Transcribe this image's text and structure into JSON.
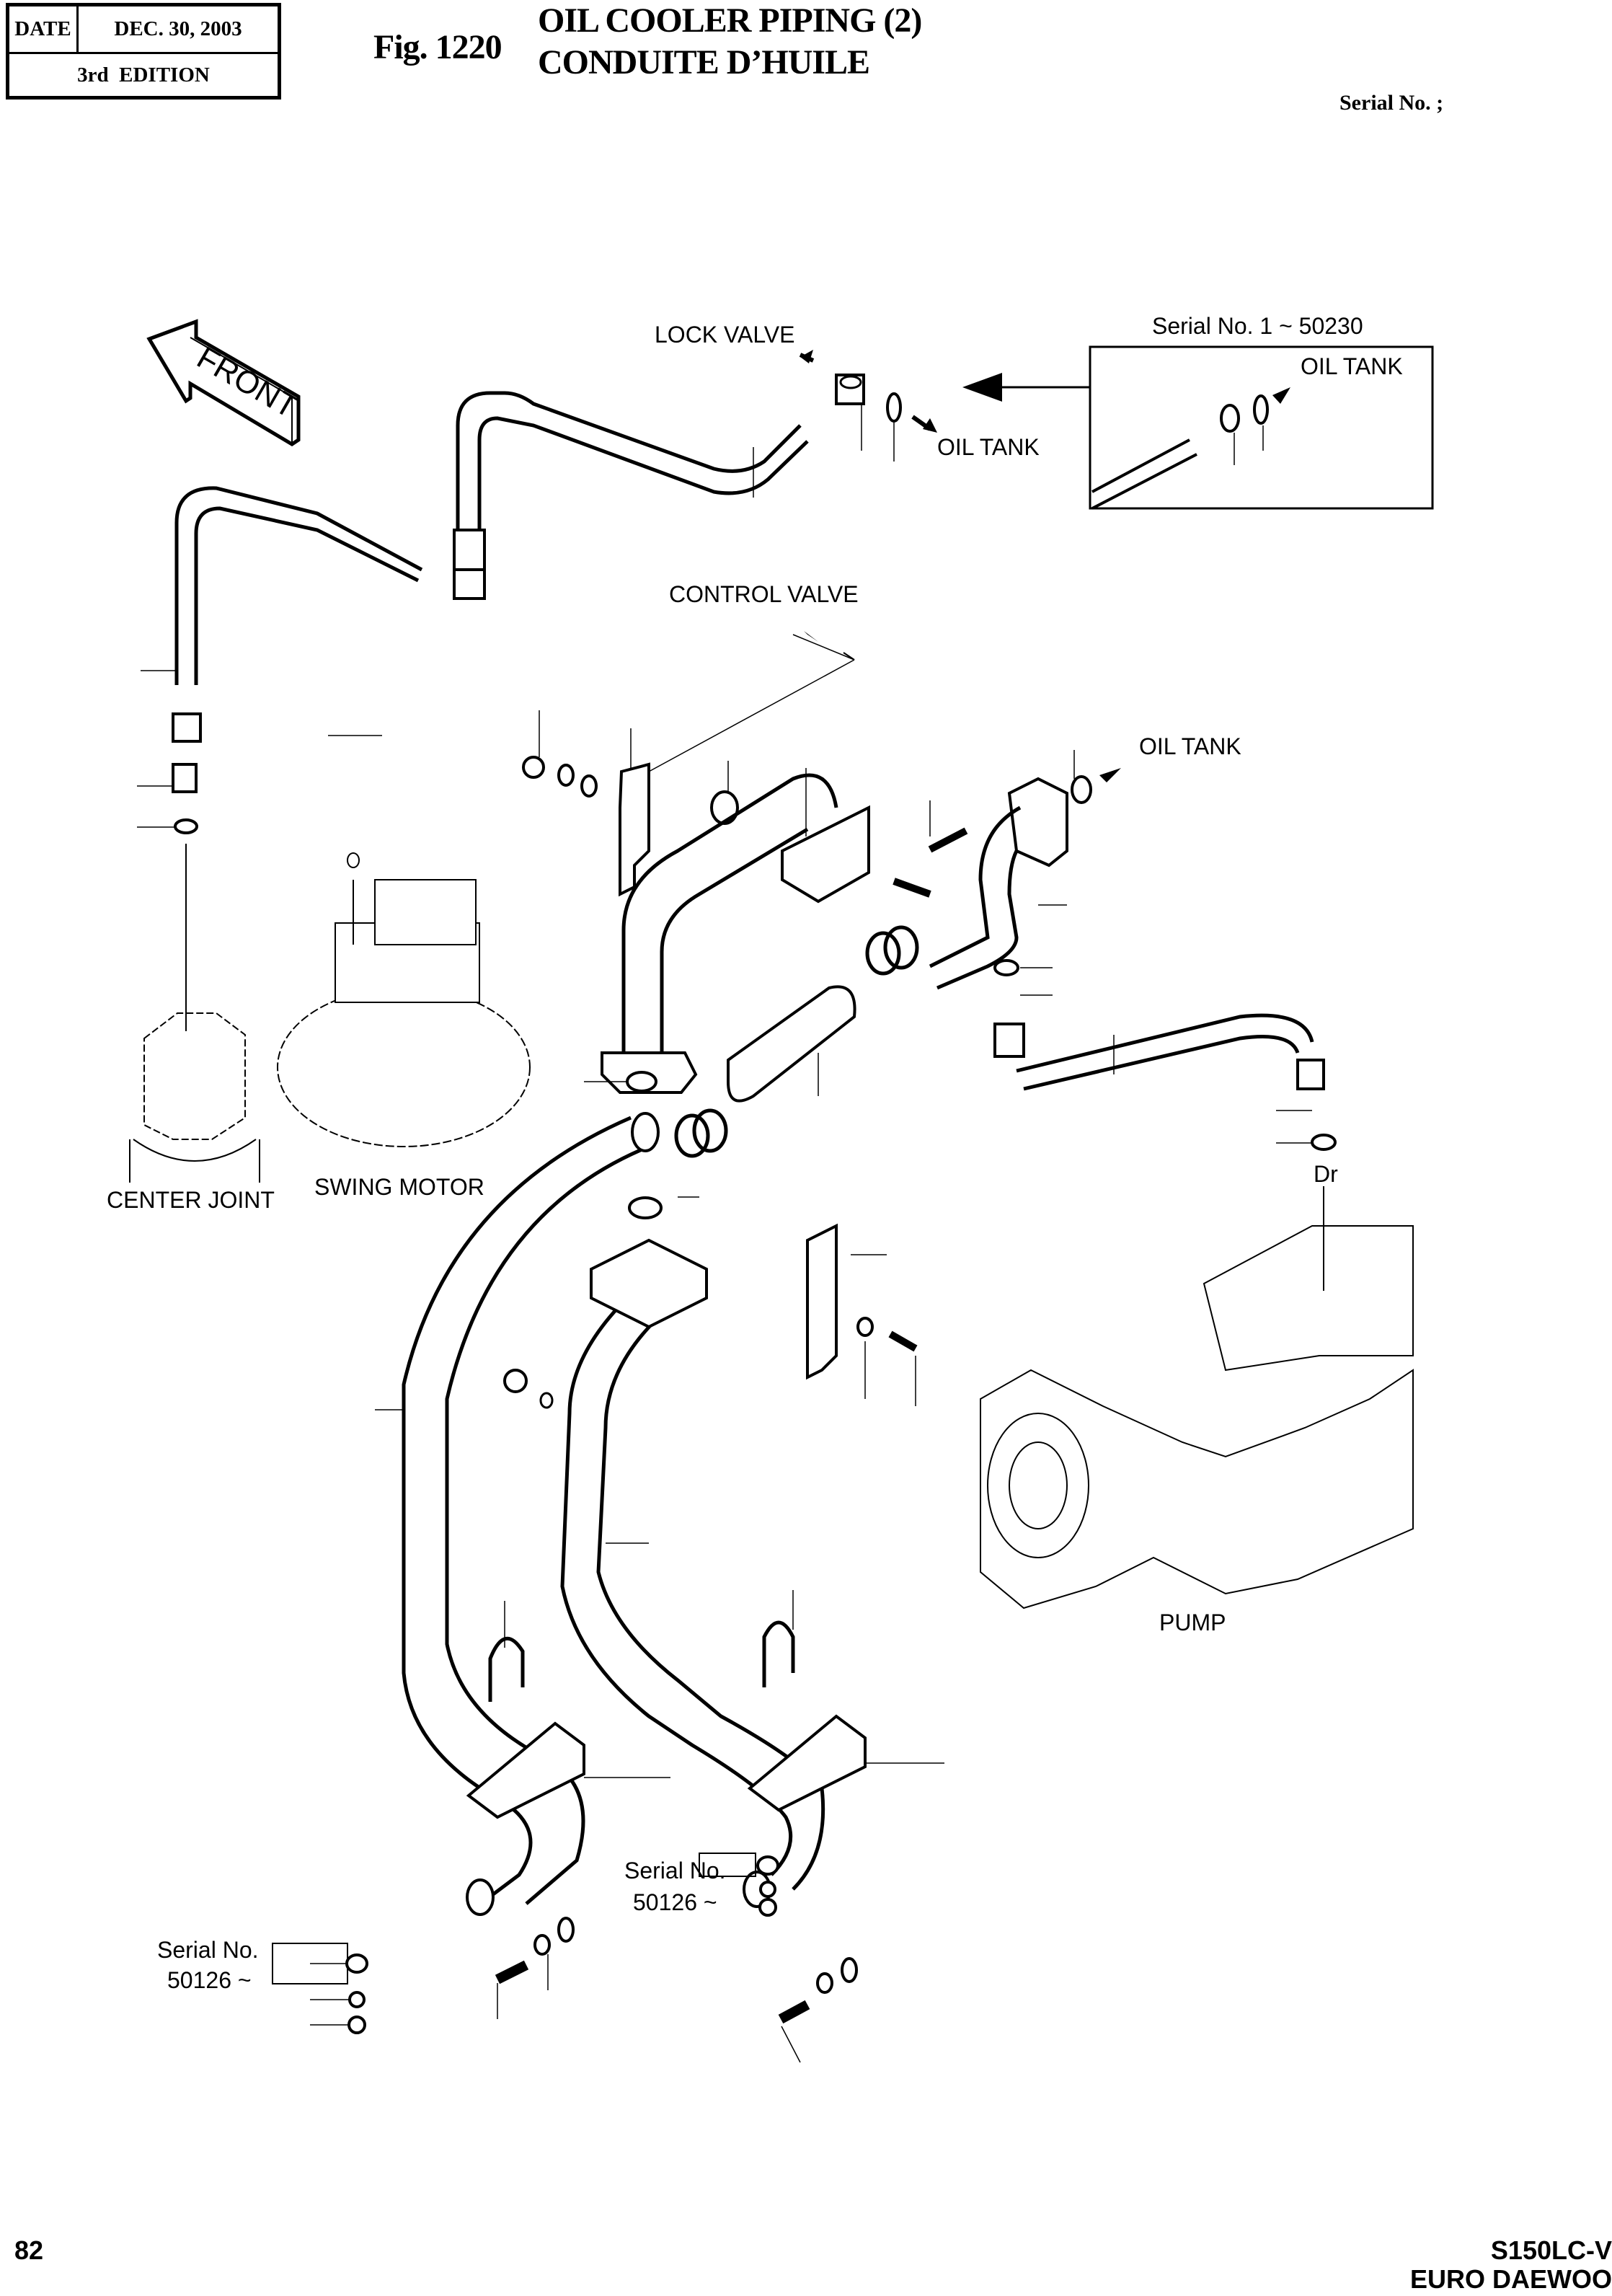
{
  "header": {
    "date_label": "DATE",
    "date_value": "DEC. 30, 2003",
    "edition": "3rd  EDITION",
    "figure_number": "Fig. 1220",
    "title_en": "OIL COOLER PIPING (2)",
    "title_fr": "CONDUITE D’HUILE",
    "serial_no": "Serial No. ;"
  },
  "diagram": {
    "direction_arrow": "FRONT",
    "labels": {
      "lock_valve": "LOCK VALVE",
      "oil_tank_top": "OIL TANK",
      "oil_tank_inset": "OIL TANK",
      "inset_serial": "Serial No. 1 ~ 50230",
      "control_valve": "CONTROL VALVE",
      "oil_tank_right": "OIL TANK",
      "center_joint": "CENTER JOINT",
      "swing_motor": "SWING MOTOR",
      "drain_port": "Dr",
      "pump": "PUMP",
      "serial_left_line1": "Serial No.",
      "serial_left_line2": "50126 ~",
      "serial_mid_line1": "Serial No.",
      "serial_mid_line2": "50126 ~"
    },
    "icons": [
      "front-arrow-icon",
      "flow-arrow-icon",
      "hose-icon",
      "o-ring-icon",
      "clamp-icon",
      "u-bolt-icon",
      "bracket-icon",
      "bolt-icon",
      "washer-icon",
      "nut-icon"
    ]
  },
  "footer": {
    "page_number": "82",
    "model": "S150LC-V",
    "brand": "EURO DAEWOO"
  }
}
